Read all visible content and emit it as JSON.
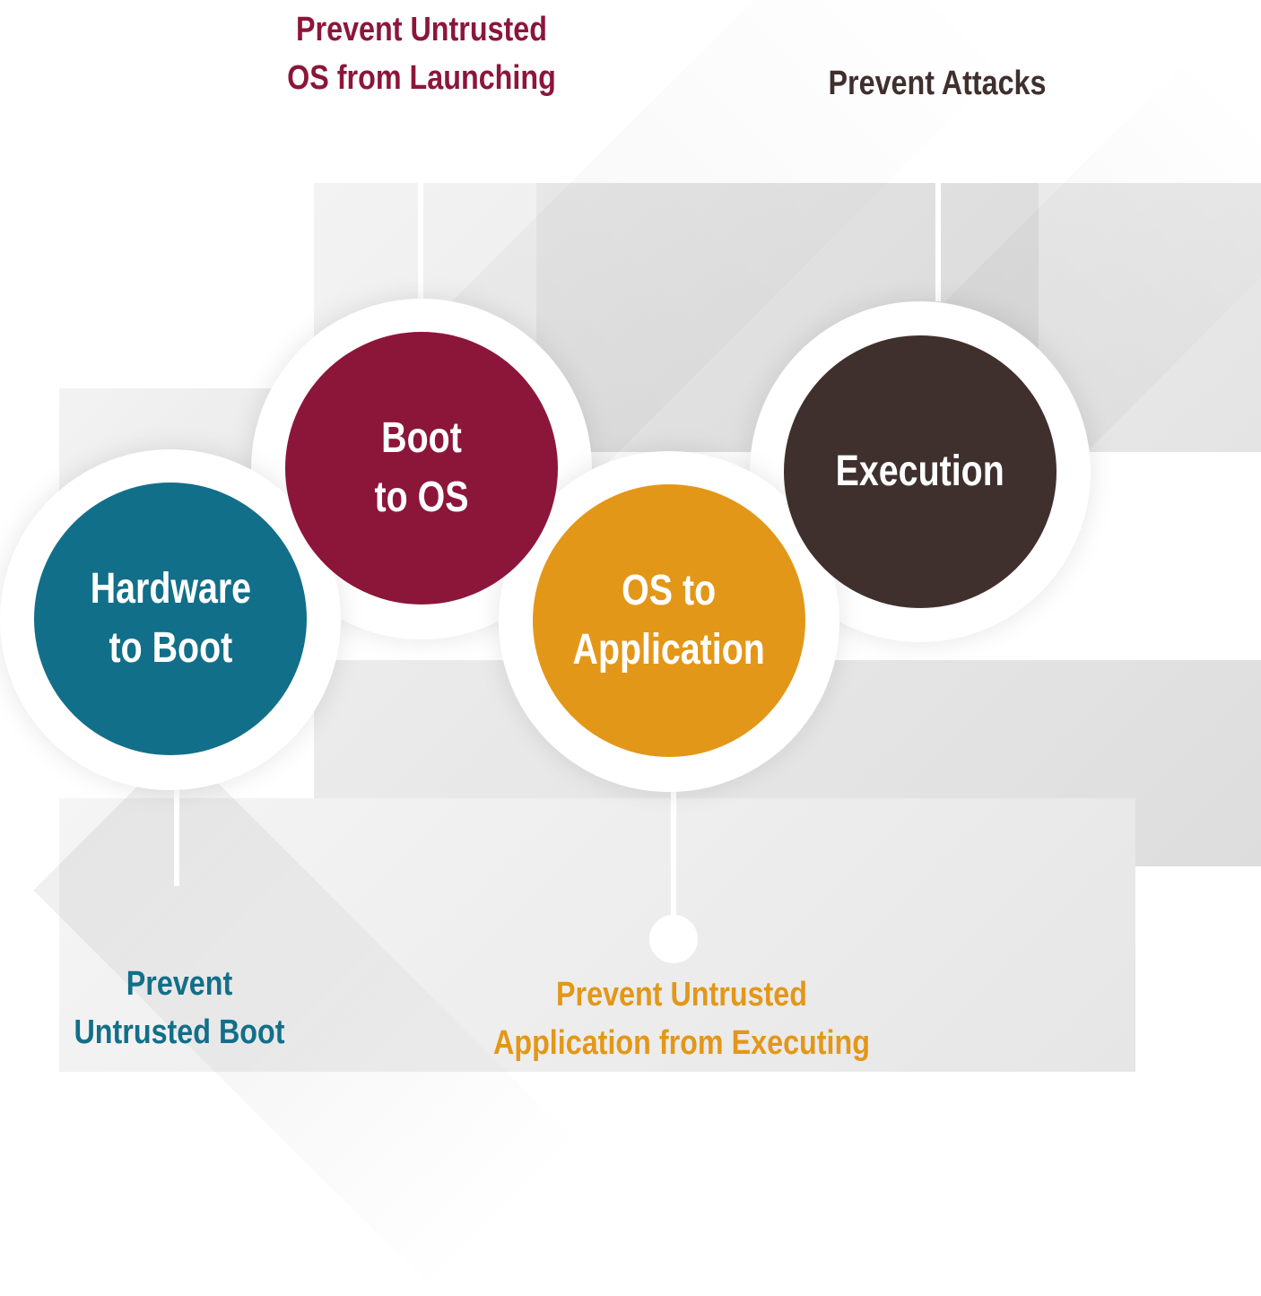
{
  "colors": {
    "teal": "#126F89",
    "crimson": "#8C1639",
    "amber": "#E39718",
    "dark_brown": "#3F302E"
  },
  "stages": [
    {
      "line1": "Hardware",
      "line2": "to Boot"
    },
    {
      "line1": "Boot",
      "line2": "to OS"
    },
    {
      "line1": "OS to",
      "line2": "Application"
    },
    {
      "line1": "Execution",
      "line2": ""
    }
  ],
  "outcomes": [
    {
      "line1": "Prevent",
      "line2": "Untrusted Boot"
    },
    {
      "line1": "Prevent Untrusted",
      "line2": "OS from Launching"
    },
    {
      "line1": "Prevent Untrusted",
      "line2": "Application from Executing"
    },
    {
      "line1": "Prevent Attacks",
      "line2": ""
    }
  ]
}
